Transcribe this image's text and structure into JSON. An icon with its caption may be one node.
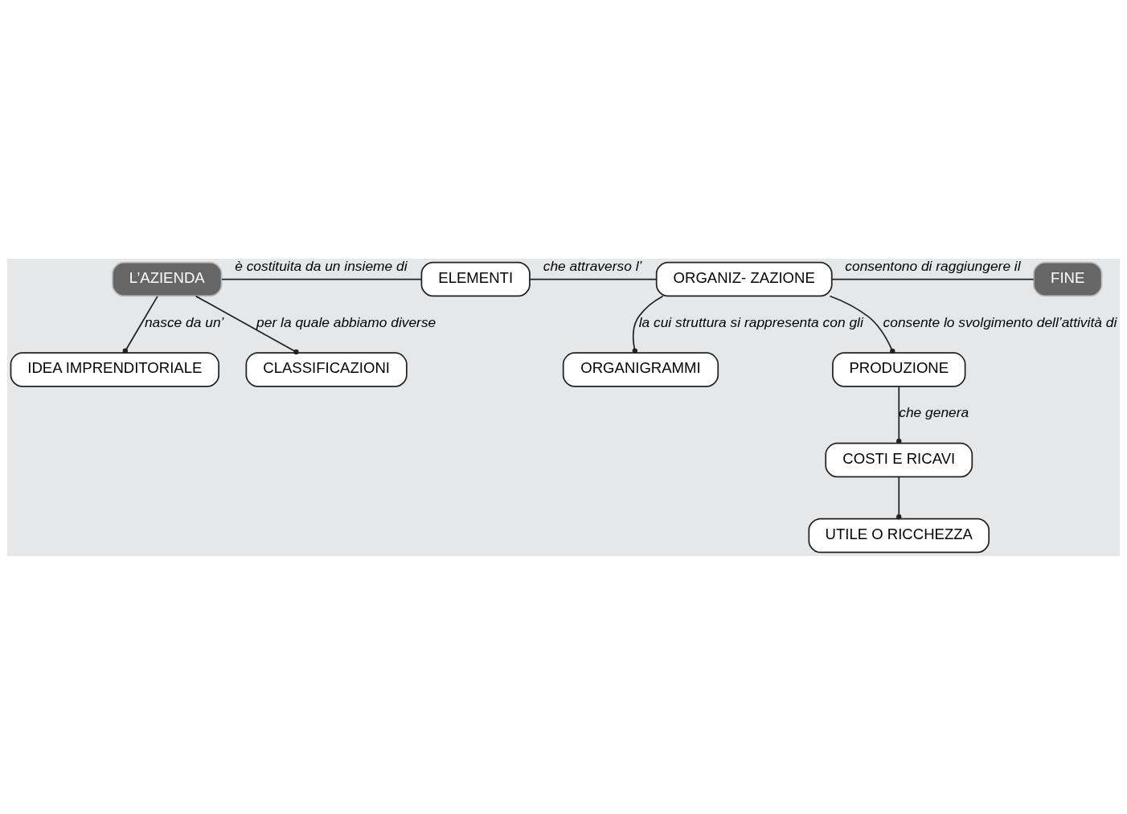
{
  "diagram": {
    "nodes": [
      {
        "text": [
          "L’AZIENDA"
        ]
      },
      {
        "text": [
          "ELEMENTI"
        ]
      },
      {
        "text": [
          "ORGANIZ- ZAZIONE"
        ]
      },
      {
        "text": [
          "FINE"
        ]
      },
      {
        "text": [
          "IDEA IMPRENDITORIALE"
        ]
      },
      {
        "text": [
          "CLASSIFICAZIONI"
        ]
      },
      {
        "text": [
          "ORGANIGRAMMI"
        ]
      },
      {
        "text": [
          "PRODUZIONE"
        ]
      },
      {
        "text": [
          "COSTI E RICAVI"
        ]
      },
      {
        "text": [
          "UTILE O RICCHEZZA"
        ]
      }
    ],
    "edges": [
      {
        "from": 0,
        "to": 1,
        "arrow": "none",
        "label": "è costituita da un insieme di"
      },
      {
        "from": 1,
        "to": 2,
        "arrow": "none",
        "label": "che attraverso l’"
      },
      {
        "from": 2,
        "to": 3,
        "arrow": "none",
        "label": "consentono di raggiungere il"
      },
      {
        "from": 0,
        "to": 4,
        "arrow": "other",
        "label": "nasce da un’"
      },
      {
        "from": 0,
        "to": 5,
        "arrow": "other",
        "label": "per la quale abbiamo diverse"
      },
      {
        "from": 2,
        "to": 6,
        "arrow": "other",
        "label": "la cui struttura si rappresenta con gli"
      },
      {
        "from": 2,
        "to": 7,
        "arrow": "other",
        "label": "consente lo svolgimento dell’attività di"
      },
      {
        "from": 7,
        "to": 8,
        "arrow": "other",
        "label": "che genera"
      },
      {
        "from": 8,
        "to": 9,
        "arrow": "other"
      }
    ]
  }
}
